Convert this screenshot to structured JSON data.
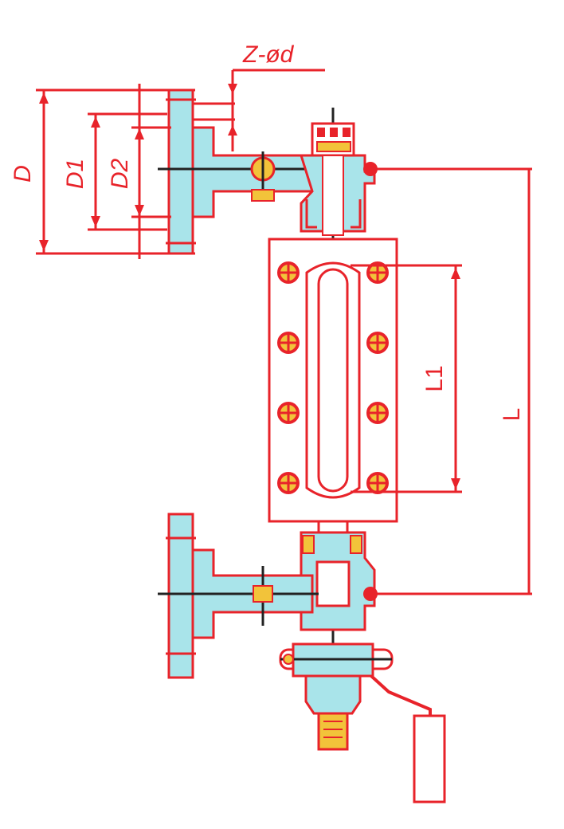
{
  "labels": {
    "bolt_hole_spec": "Z-ød",
    "flange_outer_diameter": "D",
    "bolt_circle_diameter": "D1",
    "raised_face_diameter": "D2",
    "visible_length": "L1",
    "center_distance": "L"
  },
  "colors": {
    "line": "#e8232a",
    "body_fill": "#a9e4ea",
    "accent_fill": "#f2c33a",
    "background": "#ffffff"
  }
}
